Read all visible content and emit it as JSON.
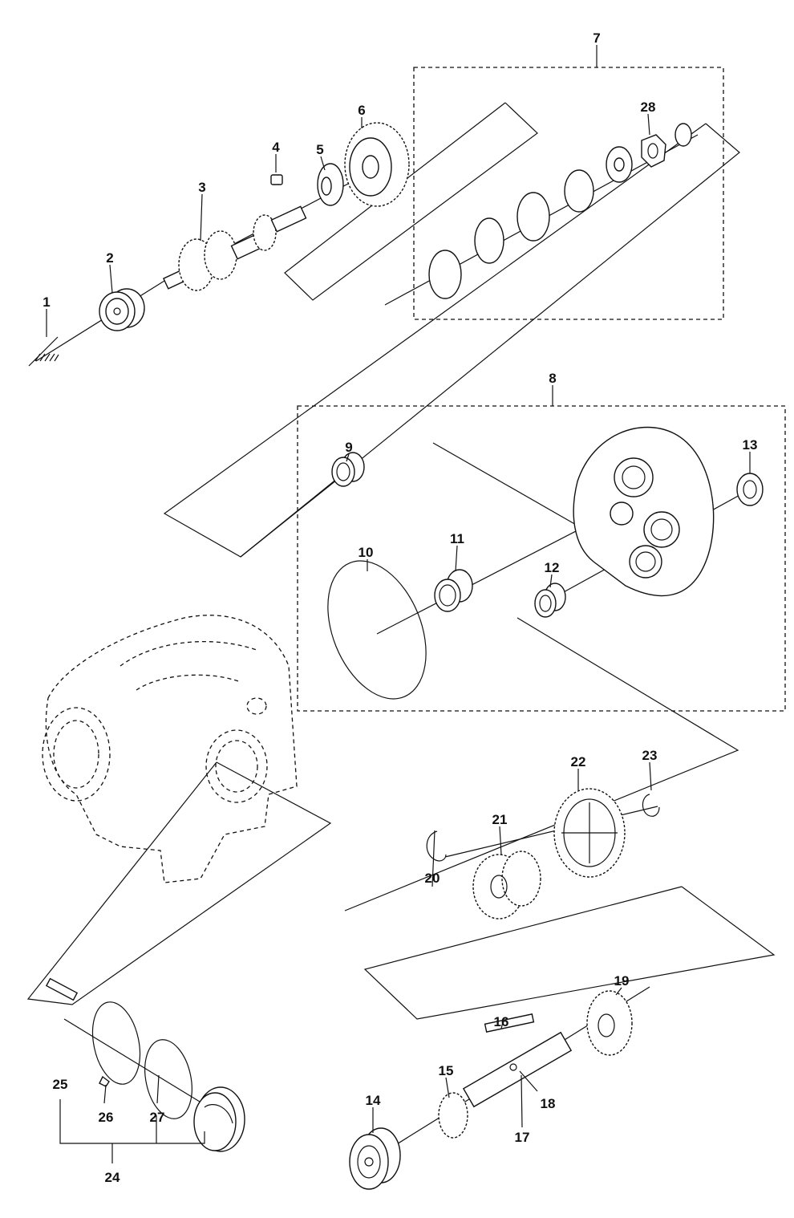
{
  "diagram": {
    "labels": {
      "p1": "1",
      "p2": "2",
      "p3": "3",
      "p4": "4",
      "p5": "5",
      "p6": "6",
      "p7": "7",
      "p8": "8",
      "p9": "9",
      "p10": "10",
      "p11": "11",
      "p12": "12",
      "p13": "13",
      "p14": "14",
      "p15": "15",
      "p16": "16",
      "p17": "17",
      "p18": "18",
      "p19": "19",
      "p20": "20",
      "p21": "21",
      "p22": "22",
      "p23": "23",
      "p24": "24",
      "p25": "25",
      "p26": "26",
      "p27": "27",
      "p28": "28"
    }
  }
}
